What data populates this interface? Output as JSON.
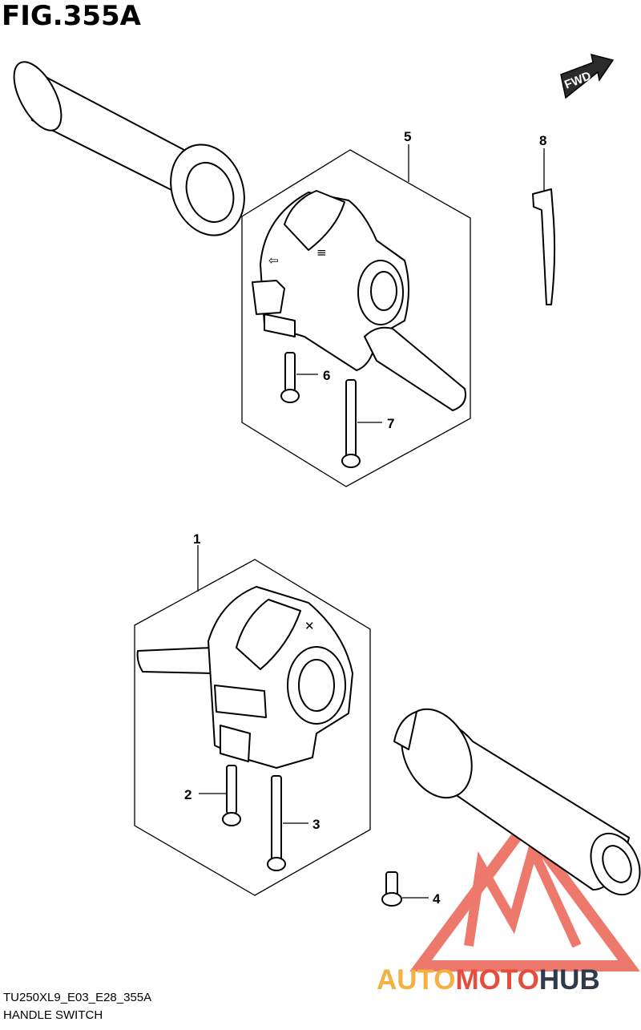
{
  "figure": {
    "title": "FIG.355A",
    "code": "TU250XL9_E03_E28_355A",
    "name": "HANDLE SWITCH"
  },
  "orientation": {
    "label": "FWD"
  },
  "callouts": [
    "1",
    "2",
    "3",
    "4",
    "5",
    "6",
    "7",
    "8"
  ],
  "watermark": {
    "part1": "AUTO",
    "part2": "MOTO",
    "part3": "HUB",
    "colors": {
      "auto": "#f5b041",
      "moto": "#e74c3c",
      "hub": "#2f3b4c",
      "logo": "#e74c3c"
    }
  }
}
